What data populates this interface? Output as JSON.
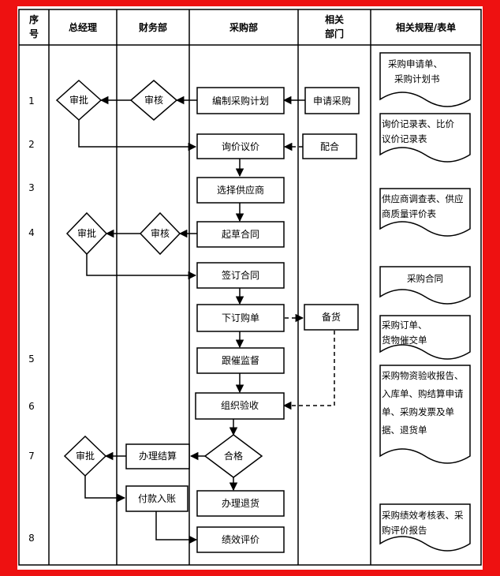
{
  "headers": {
    "seq_line1": "序",
    "seq_line2": "号",
    "gm": "总经理",
    "finance": "财务部",
    "purchasing": "采购部",
    "related_line1": "相关",
    "related_line2": "部门",
    "docs": "相关规程/表单"
  },
  "rows": [
    "1",
    "2",
    "3",
    "4",
    "5",
    "6",
    "7",
    "8"
  ],
  "nodes": {
    "gm_approve_1": "审批",
    "fin_review_1": "审核",
    "compile_plan": "编制采购计划",
    "apply_purchase": "申请采购",
    "inquiry": "询价议价",
    "cooperate": "配合",
    "select_supplier": "选择供应商",
    "gm_approve_2": "审批",
    "fin_review_2": "审核",
    "draft_contract": "起草合同",
    "sign_contract": "签订合同",
    "place_order": "下订购单",
    "stock_prep": "备货",
    "follow_up": "跟催监督",
    "organize_inspection": "组织验收",
    "qualified": "合格",
    "settlement": "办理结算",
    "gm_approve_3": "审批",
    "payment": "付款入账",
    "return_goods": "办理退货",
    "performance": "绩效评价"
  },
  "docs": {
    "d1_line1": "采购申请单、",
    "d1_line2": "采购计划书",
    "d2_line1": "询价记录表、比价",
    "d2_line2": "议价记录表",
    "d3_line1": "供应商调查表、供应",
    "d3_line2": "商质量评价表",
    "d4_line1": "采购合同",
    "d5_line1": "采购订单、",
    "d5_line2": "货物催交单",
    "d6_line1": "采购物资验收报告、",
    "d6_line2": "入库单、购结算申请",
    "d6_line3": "单、采购发票及单",
    "d6_line4": "据、退货单",
    "d7_line1": "采购绩效考核表、采",
    "d7_line2": "购评价报告"
  },
  "colors": {
    "frame": "#ee1111",
    "line": "#000000"
  }
}
